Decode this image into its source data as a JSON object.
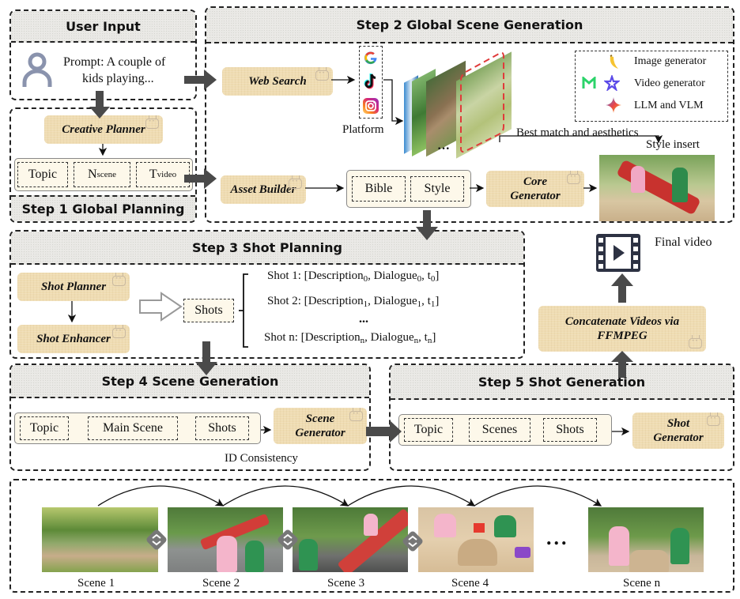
{
  "user_input": {
    "title": "User Input",
    "prompt_line1": "Prompt: A couple of",
    "prompt_line2": "kids playing..."
  },
  "step1": {
    "title": "Step 1 Global Planning",
    "agent": "Creative Planner",
    "slots": [
      {
        "base": "Topic",
        "sub": ""
      },
      {
        "base": "N",
        "sub": "scene"
      },
      {
        "base": "T",
        "sub": "video"
      }
    ]
  },
  "step2": {
    "title": "Step 2 Global Scene Generation",
    "web_search": "Web Search",
    "platform_label": "Platform",
    "platform_icons": [
      "google-icon",
      "tiktok-icon",
      "instagram-icon"
    ],
    "best_match_label": "Best match and aesthetics",
    "style_insert_label": "Style insert",
    "asset_builder": "Asset Builder",
    "assets": [
      "Bible",
      "Style"
    ],
    "core_generator_line1": "Core",
    "core_generator_line2": "Generator",
    "legend": [
      {
        "icons": [
          "banana-icon"
        ],
        "label": "Image generator"
      },
      {
        "icons": [
          "m-logo-icon",
          "star-knot-icon"
        ],
        "label": "Video generator"
      },
      {
        "icons": [
          "gemini-sparkle-icon"
        ],
        "label": "LLM and VLM"
      }
    ]
  },
  "step3": {
    "title": "Step 3 Shot Planning",
    "shot_planner": "Shot Planner",
    "shot_enhancer": "Shot Enhancer",
    "shots_label": "Shots",
    "shots": [
      {
        "prefix": "Shot 1: [",
        "desc": "Description",
        "dia": "Dialogue",
        "t": "t",
        "idx": "0"
      },
      {
        "prefix": "Shot 2: [",
        "desc": "Description",
        "dia": "Dialogue",
        "t": "t",
        "idx": "1"
      },
      {
        "prefix": "Shot n: [",
        "desc": "Description",
        "dia": "Dialogue",
        "t": "t",
        "idx": "n"
      }
    ],
    "ellipsis": "..."
  },
  "step4": {
    "title": "Step 4 Scene Generation",
    "slots": [
      "Topic",
      "Main Scene",
      "Shots"
    ],
    "generator_line1": "Scene",
    "generator_line2": "Generator",
    "id_consistency": "ID Consistency"
  },
  "step5": {
    "title": "Step 5 Shot Generation",
    "slots": [
      "Topic",
      "Scenes",
      "Shots"
    ],
    "generator_line1": "Shot",
    "generator_line2": "Generator"
  },
  "final": {
    "concat_line1": "Concatenate Videos via",
    "concat_line2": "FFMPEG",
    "final_video": "Final video"
  },
  "scenes": {
    "labels": [
      "Scene 1",
      "Scene 2",
      "Scene 3",
      "Scene 4",
      "Scene n"
    ],
    "ellipsis": "..."
  }
}
